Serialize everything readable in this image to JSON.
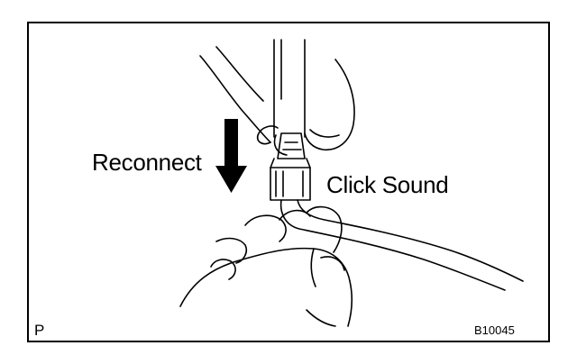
{
  "labels": {
    "action": "Reconnect",
    "sound": "Click Sound",
    "corner_letter": "P",
    "figure_code": "B10045"
  },
  "icons": [
    "down-arrow-icon"
  ],
  "colors": {
    "ink": "#000000",
    "paper": "#ffffff"
  }
}
